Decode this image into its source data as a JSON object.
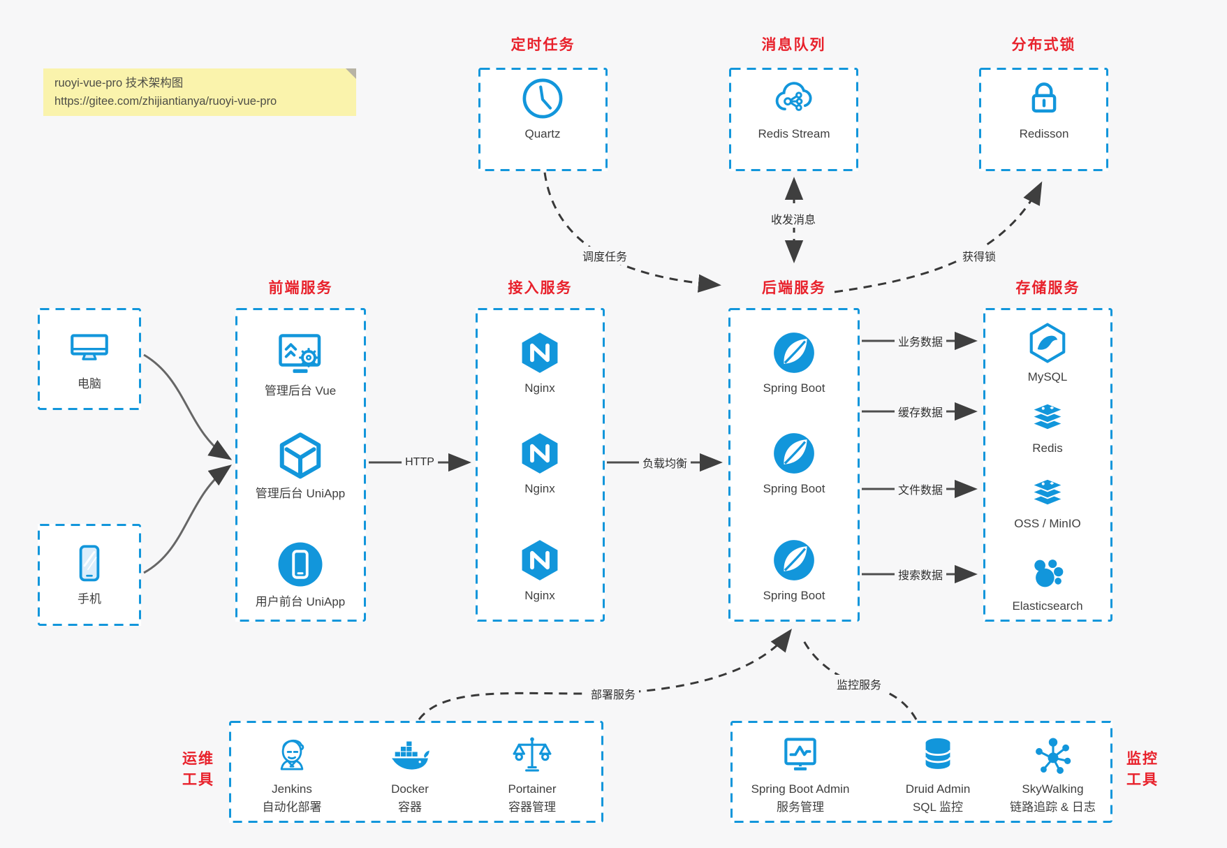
{
  "note": {
    "title": "ruoyi-vue-pro 技术架构图",
    "url": "https://gitee.com/zhijiantianya/ruoyi-vue-pro"
  },
  "colors": {
    "accent": "#1296db",
    "heading_red": "#e8212b",
    "background": "#f7f7f8",
    "note_bg": "#faf3ac",
    "wire": "#4e4e4e"
  },
  "top_groups": [
    {
      "title": "定时任务",
      "item": {
        "label": "Quartz",
        "icon": "clock-icon"
      }
    },
    {
      "title": "消息队列",
      "item": {
        "label": "Redis Stream",
        "icon": "cloud-stream-icon"
      }
    },
    {
      "title": "分布式锁",
      "item": {
        "label": "Redisson",
        "icon": "lock-icon"
      }
    }
  ],
  "clients": [
    {
      "label": "电脑",
      "icon": "desktop-icon"
    },
    {
      "label": "手机",
      "icon": "smartphone-icon"
    }
  ],
  "groups": {
    "frontend": {
      "title": "前端服务",
      "items": [
        {
          "label": "管理后台 Vue",
          "icon": "admin-vue-icon"
        },
        {
          "label": "管理后台 UniApp",
          "icon": "cube-icon"
        },
        {
          "label": "用户前台 UniApp",
          "icon": "user-app-icon"
        }
      ]
    },
    "gateway": {
      "title": "接入服务",
      "items": [
        {
          "label": "Nginx",
          "icon": "nginx-icon"
        },
        {
          "label": "Nginx",
          "icon": "nginx-icon"
        },
        {
          "label": "Nginx",
          "icon": "nginx-icon"
        }
      ]
    },
    "backend": {
      "title": "后端服务",
      "items": [
        {
          "label": "Spring Boot",
          "icon": "spring-icon"
        },
        {
          "label": "Spring Boot",
          "icon": "spring-icon"
        },
        {
          "label": "Spring Boot",
          "icon": "spring-icon"
        }
      ]
    },
    "storage": {
      "title": "存储服务",
      "items": [
        {
          "label": "MySQL",
          "icon": "mysql-icon"
        },
        {
          "label": "Redis",
          "icon": "redis-stack-icon"
        },
        {
          "label": "OSS / MinIO",
          "icon": "redis-stack-icon"
        },
        {
          "label": "Elasticsearch",
          "icon": "elasticsearch-icon"
        }
      ]
    },
    "ops": {
      "title_line1": "运维",
      "title_line2": "工具",
      "items": [
        {
          "label": "Jenkins",
          "desc": "自动化部署",
          "icon": "jenkins-icon"
        },
        {
          "label": "Docker",
          "desc": "容器",
          "icon": "docker-icon"
        },
        {
          "label": "Portainer",
          "desc": "容器管理",
          "icon": "portainer-icon"
        }
      ]
    },
    "monitoring": {
      "title_line1": "监控",
      "title_line2": "工具",
      "items": [
        {
          "label": "Spring Boot Admin",
          "desc": "服务管理",
          "icon": "monitor-pulse-icon"
        },
        {
          "label": "Druid Admin",
          "desc": "SQL 监控",
          "icon": "database-icon"
        },
        {
          "label": "SkyWalking",
          "desc": "链路追踪 & 日志",
          "icon": "skywalking-icon"
        }
      ]
    }
  },
  "edges": {
    "http": "HTTP",
    "load_balance": "负载均衡",
    "schedule": "调度任务",
    "messaging": "收发消息",
    "lock": "获得锁",
    "business_data": "业务数据",
    "cache_data": "缓存数据",
    "file_data": "文件数据",
    "search_data": "搜索数据",
    "deploy": "部署服务",
    "monitor": "监控服务"
  }
}
